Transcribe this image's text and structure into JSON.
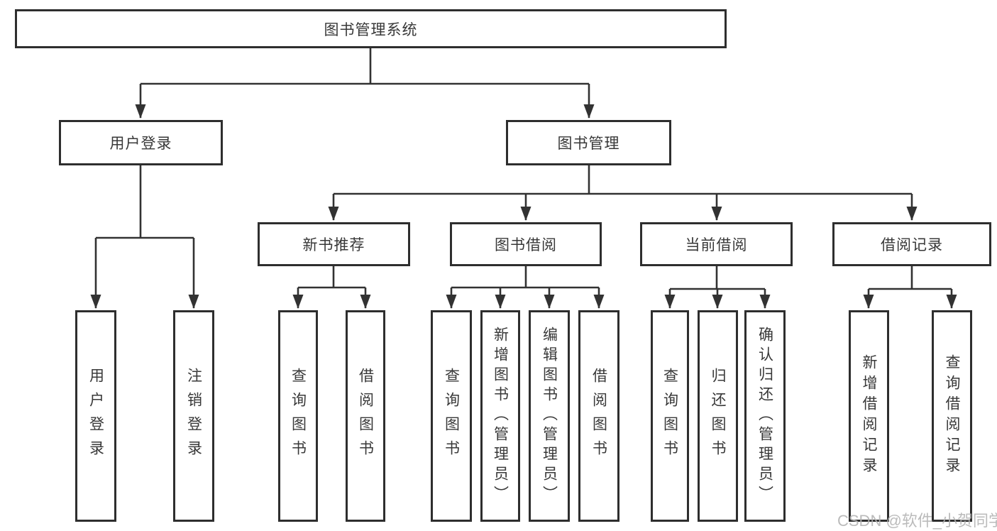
{
  "diagram_title": "图书管理系统",
  "colors": {
    "line": "#323232",
    "box_border": "#2e2e2e",
    "box_background": "#ffffff",
    "text": "#383838",
    "watermark": "#b2b2b2"
  },
  "tree": {
    "root": {
      "label": "图书管理系统"
    },
    "level1": [
      {
        "label": "用户登录"
      },
      {
        "label": "图书管理"
      }
    ],
    "level2": [
      {
        "label": "新书推荐"
      },
      {
        "label": "图书借阅"
      },
      {
        "label": "当前借阅"
      },
      {
        "label": "借阅记录"
      }
    ],
    "leaves": {
      "user_login": [
        "用户登录",
        "注销登录"
      ],
      "new_book_rec": [
        "查询图书",
        "借阅图书"
      ],
      "book_borrow": [
        "查询图书",
        "新增图书（管理员）",
        "编辑图书（管理员）",
        "借阅图书"
      ],
      "current_borrow": [
        "查询图书",
        "归还图书",
        "确认归还（管理员）"
      ],
      "borrow_record": [
        "新增借阅记录",
        "查询借阅记录"
      ]
    }
  },
  "watermark": "CSDN @软件_小贺同学"
}
